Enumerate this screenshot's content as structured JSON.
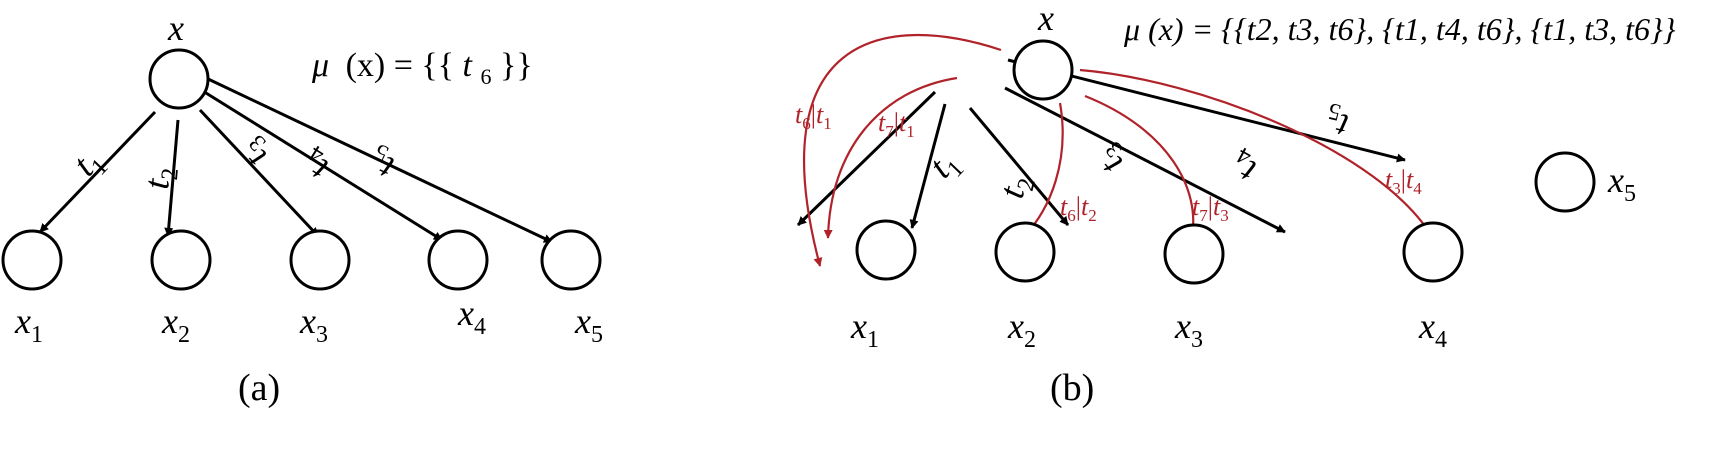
{
  "colors": {
    "black": "#000000",
    "red": "#b0232a"
  },
  "panel_a": {
    "caption": "(a)",
    "root": {
      "name": "x"
    },
    "mu_prefix": "μ",
    "mu_arg": "(x) = {{",
    "mu_t": "t",
    "mu_sub": "6",
    "mu_close": "}}",
    "children": [
      {
        "name": "x",
        "sub": "1"
      },
      {
        "name": "x",
        "sub": "2"
      },
      {
        "name": "x",
        "sub": "3"
      },
      {
        "name": "x",
        "sub": "4"
      },
      {
        "name": "x",
        "sub": "5"
      }
    ],
    "edge_labels": [
      {
        "t": "t",
        "sub": "1"
      },
      {
        "t": "t",
        "sub": "2"
      },
      {
        "t": "t",
        "sub": "3"
      },
      {
        "t": "t",
        "sub": "4"
      },
      {
        "t": "t",
        "sub": "5"
      }
    ]
  },
  "panel_b": {
    "caption": "(b)",
    "root": {
      "name": "x"
    },
    "mu_text": "μ (x) = {{t2, t3, t6}, {t1, t4, t6}, {t1, t3, t6}}",
    "children": [
      {
        "name": "x",
        "sub": "1"
      },
      {
        "name": "x",
        "sub": "2"
      },
      {
        "name": "x",
        "sub": "3"
      },
      {
        "name": "x",
        "sub": "4"
      },
      {
        "name": "x",
        "sub": "5"
      }
    ],
    "edge_labels": [
      {
        "t": "t",
        "sub": "1"
      },
      {
        "t": "t",
        "sub": "2"
      },
      {
        "t": "t",
        "sub": "3"
      },
      {
        "t": "t",
        "sub": "4"
      },
      {
        "t": "t",
        "sub": "5"
      }
    ],
    "red_labels": [
      {
        "a": "t",
        "asub": "6",
        "b": "t",
        "bsub": "1"
      },
      {
        "a": "t",
        "asub": "7",
        "b": "t",
        "bsub": "1"
      },
      {
        "a": "t",
        "asub": "6",
        "b": "t",
        "bsub": "2"
      },
      {
        "a": "t",
        "asub": "7",
        "b": "t",
        "bsub": "3"
      },
      {
        "a": "t",
        "asub": "3",
        "b": "t",
        "bsub": "4"
      }
    ]
  }
}
